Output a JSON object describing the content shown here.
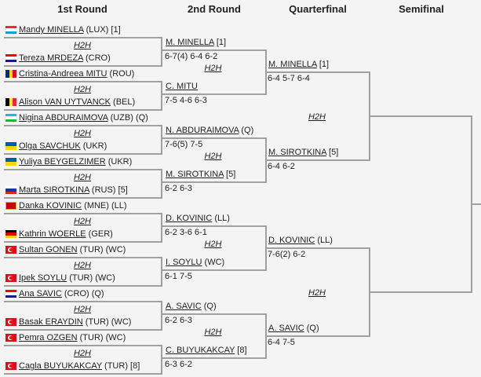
{
  "headers": [
    "1st Round",
    "2nd Round",
    "Quarterfinal",
    "Semifinal"
  ],
  "h2h_label": "H2H",
  "round1": [
    {
      "name": "Mandy MINELLA",
      "suffix": "(LUX) [1]",
      "flag": "LUX"
    },
    {
      "name": "Tereza MRDEZA",
      "suffix": "(CRO)",
      "flag": "CRO"
    },
    {
      "name": "Cristina-Andreea MITU",
      "suffix": "(ROU)",
      "flag": "ROU"
    },
    {
      "name": "Alison VAN UYTVANCK",
      "suffix": "(BEL)",
      "flag": "BEL"
    },
    {
      "name": "Nigina ABDURAIMOVA",
      "suffix": "(UZB) (Q)",
      "flag": "UZB"
    },
    {
      "name": "Olga SAVCHUK",
      "suffix": "(UKR)",
      "flag": "UKR"
    },
    {
      "name": "Yuliya BEYGELZIMER",
      "suffix": "(UKR)",
      "flag": "UKR"
    },
    {
      "name": "Marta SIROTKINA",
      "suffix": "(RUS) [5]",
      "flag": "RUS"
    },
    {
      "name": "Danka KOVINIC",
      "suffix": "(MNE) (LL)",
      "flag": "MNE"
    },
    {
      "name": "Kathrin WOERLE",
      "suffix": "(GER)",
      "flag": "GER"
    },
    {
      "name": "Sultan GONEN",
      "suffix": "(TUR) (WC)",
      "flag": "TUR"
    },
    {
      "name": "Ipek SOYLU",
      "suffix": "(TUR) (WC)",
      "flag": "TUR"
    },
    {
      "name": "Ana SAVIC",
      "suffix": "(CRO) (Q)",
      "flag": "CRO"
    },
    {
      "name": "Basak ERAYDIN",
      "suffix": "(TUR) (WC)",
      "flag": "TUR"
    },
    {
      "name": "Pemra OZGEN",
      "suffix": "(TUR) (WC)",
      "flag": "TUR"
    },
    {
      "name": "Cagla BUYUKAKCAY",
      "suffix": "(TUR) [8]",
      "flag": "TUR"
    }
  ],
  "round2": [
    {
      "name": "M. MINELLA",
      "suffix": "[1]",
      "score": "6-7(4) 6-4 6-2"
    },
    {
      "name": "C. MITU",
      "suffix": "",
      "score": "7-5 4-6 6-3"
    },
    {
      "name": "N. ABDURAIMOVA",
      "suffix": "(Q)",
      "score": "7-6(5) 7-5"
    },
    {
      "name": "M. SIROTKINA",
      "suffix": "[5]",
      "score": "6-2 6-3"
    },
    {
      "name": "D. KOVINIC",
      "suffix": "(LL)",
      "score": "6-2 3-6 6-1"
    },
    {
      "name": "I. SOYLU",
      "suffix": "(WC)",
      "score": "6-1 7-5"
    },
    {
      "name": "A. SAVIC",
      "suffix": "(Q)",
      "score": "6-2 6-3"
    },
    {
      "name": "C. BUYUKAKCAY",
      "suffix": "[8]",
      "score": "6-3 6-2"
    }
  ],
  "quarterfinal": [
    {
      "name": "M. MINELLA",
      "suffix": "[1]",
      "score": "6-4 5-7 6-4"
    },
    {
      "name": "M. SIROTKINA",
      "suffix": "[5]",
      "score": "6-4 6-2"
    },
    {
      "name": "D. KOVINIC",
      "suffix": "(LL)",
      "score": "7-6(2) 6-2"
    },
    {
      "name": "A. SAVIC",
      "suffix": "(Q)",
      "score": "6-4 7-5"
    }
  ],
  "flag_colors": {
    "LUX": [
      "h",
      "#ed2939",
      "#ffffff",
      "#00a1de"
    ],
    "CRO": [
      "h",
      "#ff0000",
      "#ffffff",
      "#171796"
    ],
    "ROU": [
      "v",
      "#002b7f",
      "#fcd116",
      "#ce1126"
    ],
    "BEL": [
      "v",
      "#000000",
      "#fae042",
      "#ed2939"
    ],
    "UZB": [
      "h",
      "#1eb5e5",
      "#ffffff",
      "#1eb53a"
    ],
    "UKR": [
      "h",
      "#0057b7",
      "#ffd700"
    ],
    "RUS": [
      "h",
      "#ffffff",
      "#0039a6",
      "#d52b1e"
    ],
    "MNE": [
      "s",
      "#c40308"
    ],
    "GER": [
      "h",
      "#000000",
      "#dd0000",
      "#ffce00"
    ],
    "TUR": [
      "s",
      "#e30a17"
    ]
  }
}
